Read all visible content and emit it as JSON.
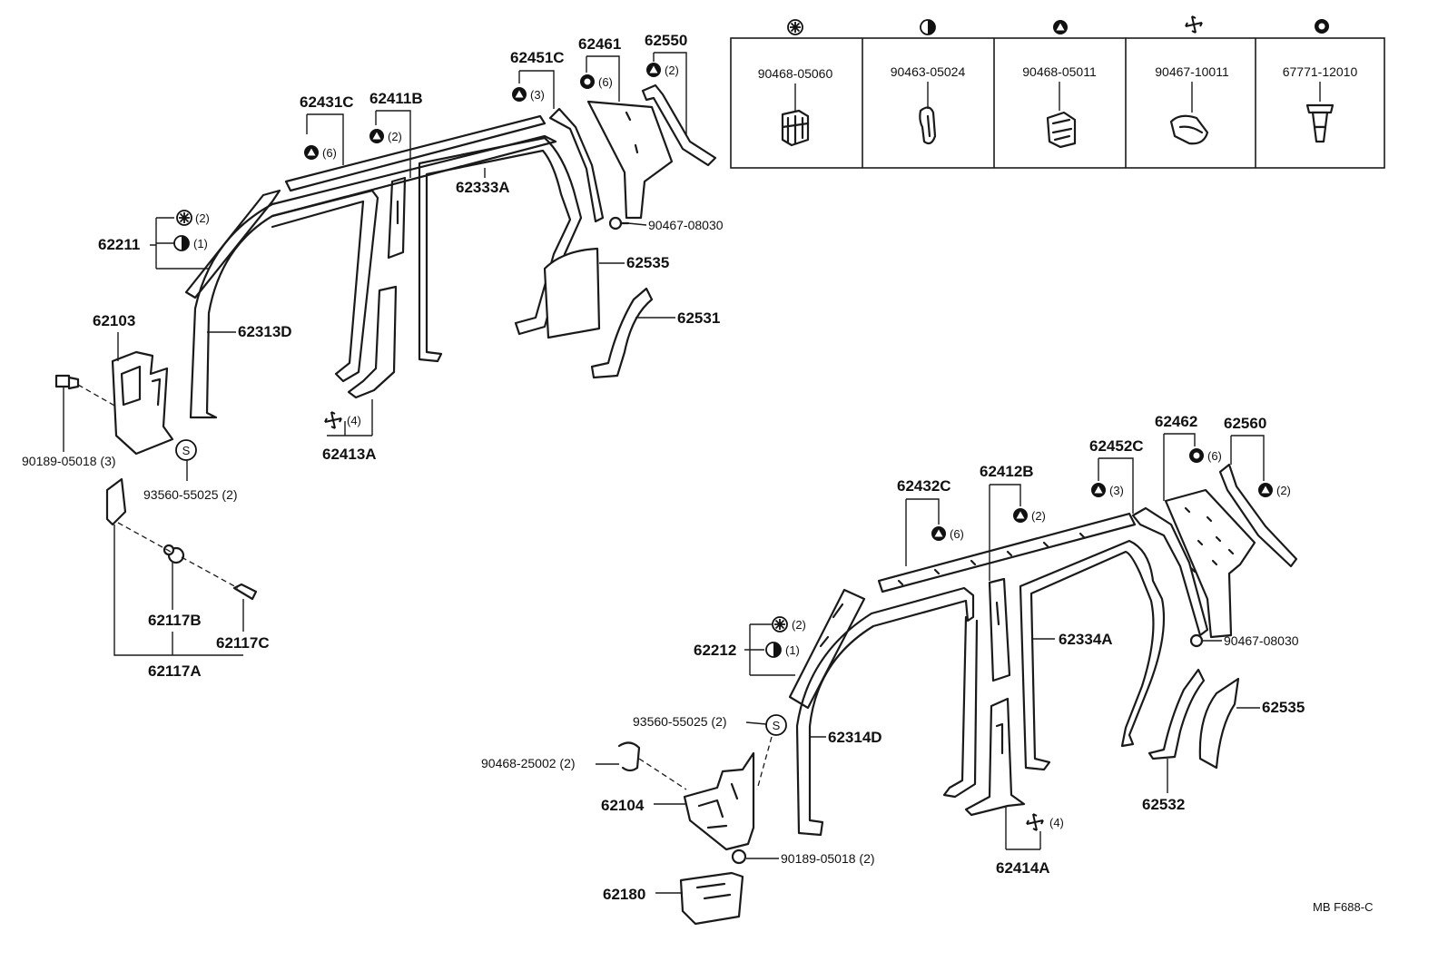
{
  "legend": {
    "columns": [
      {
        "symbol": "flower-clip-symbol",
        "part_no": "90468-05060"
      },
      {
        "symbol": "half-circle-symbol",
        "part_no": "90463-05024"
      },
      {
        "symbol": "triangle-circle-symbol",
        "part_no": "90468-05011"
      },
      {
        "symbol": "pinwheel-symbol",
        "part_no": "90467-10011"
      },
      {
        "symbol": "ring-clip-symbol",
        "part_no": "67771-12010"
      }
    ]
  },
  "left": {
    "p62211": "62211",
    "p62211_q1": "(2)",
    "p62211_q2": "(1)",
    "p62431C": "62431C",
    "p62431C_q": "(6)",
    "p62411B": "62411B",
    "p62411B_q": "(2)",
    "p62451C": "62451C",
    "p62451C_q": "(3)",
    "p62461": "62461",
    "p62461_q": "(6)",
    "p62550": "62550",
    "p62550_q": "(2)",
    "p62333A": "62333A",
    "p90467_08030": "90467-08030",
    "p62535": "62535",
    "p62531": "62531",
    "p62313D": "62313D",
    "p62103": "62103",
    "p90189_05018": "90189-05018 (3)",
    "p93560_55025": "93560-55025 (2)",
    "p62413A": "62413A",
    "p62413A_q": "(4)",
    "p62117B": "62117B",
    "p62117C": "62117C",
    "p62117A": "62117A",
    "s_mark": "S"
  },
  "right": {
    "p62462": "62462",
    "p62462_q": "(6)",
    "p62560": "62560",
    "p62560_q": "(2)",
    "p62452C": "62452C",
    "p62452C_q": "(3)",
    "p62412B": "62412B",
    "p62412B_q": "(2)",
    "p62432C": "62432C",
    "p62432C_q": "(6)",
    "p62212": "62212",
    "p62212_q1": "(2)",
    "p62212_q2": "(1)",
    "p62334A": "62334A",
    "p90467_08030": "90467-08030",
    "p93560_55025": "93560-55025 (2)",
    "p62314D": "62314D",
    "p90468_25002": "90468-25002 (2)",
    "p62104": "62104",
    "p90189_05018": "90189-05018 (2)",
    "p62180": "62180",
    "p62414A": "62414A",
    "p62414A_q": "(4)",
    "p62535": "62535",
    "p62532": "62532",
    "s_mark": "S"
  },
  "footer_code": "MB  F688-C"
}
